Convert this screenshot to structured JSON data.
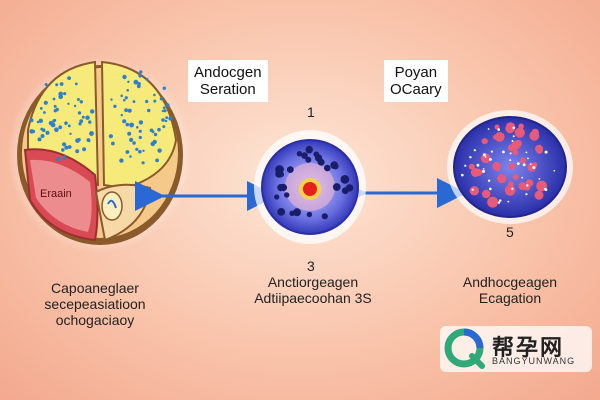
{
  "labels": {
    "top_left_box": [
      "Andocgen",
      "Seration"
    ],
    "top_right_box": [
      "Poyan",
      "OCaary"
    ],
    "brain": "Eraain",
    "step_1": "1",
    "step_3": "3",
    "step_5": "5",
    "left_caption": [
      "Capoaneglaer",
      "secepeasiatioon",
      "ochogaciaoy"
    ],
    "center_caption": [
      "Anctiorgeagen",
      "Adtiipaecoohan 3S"
    ],
    "right_caption": [
      "Andhocgeagen",
      "Ecagation"
    ]
  },
  "brand": {
    "name": "帮孕网",
    "sub": "BANGYUNWANG"
  },
  "colors": {
    "arrow": "#2a68d4",
    "cell_outer": "#6a6fe0",
    "nucleus": "#e81f1f",
    "follicle_dot": "#e85a7a"
  }
}
